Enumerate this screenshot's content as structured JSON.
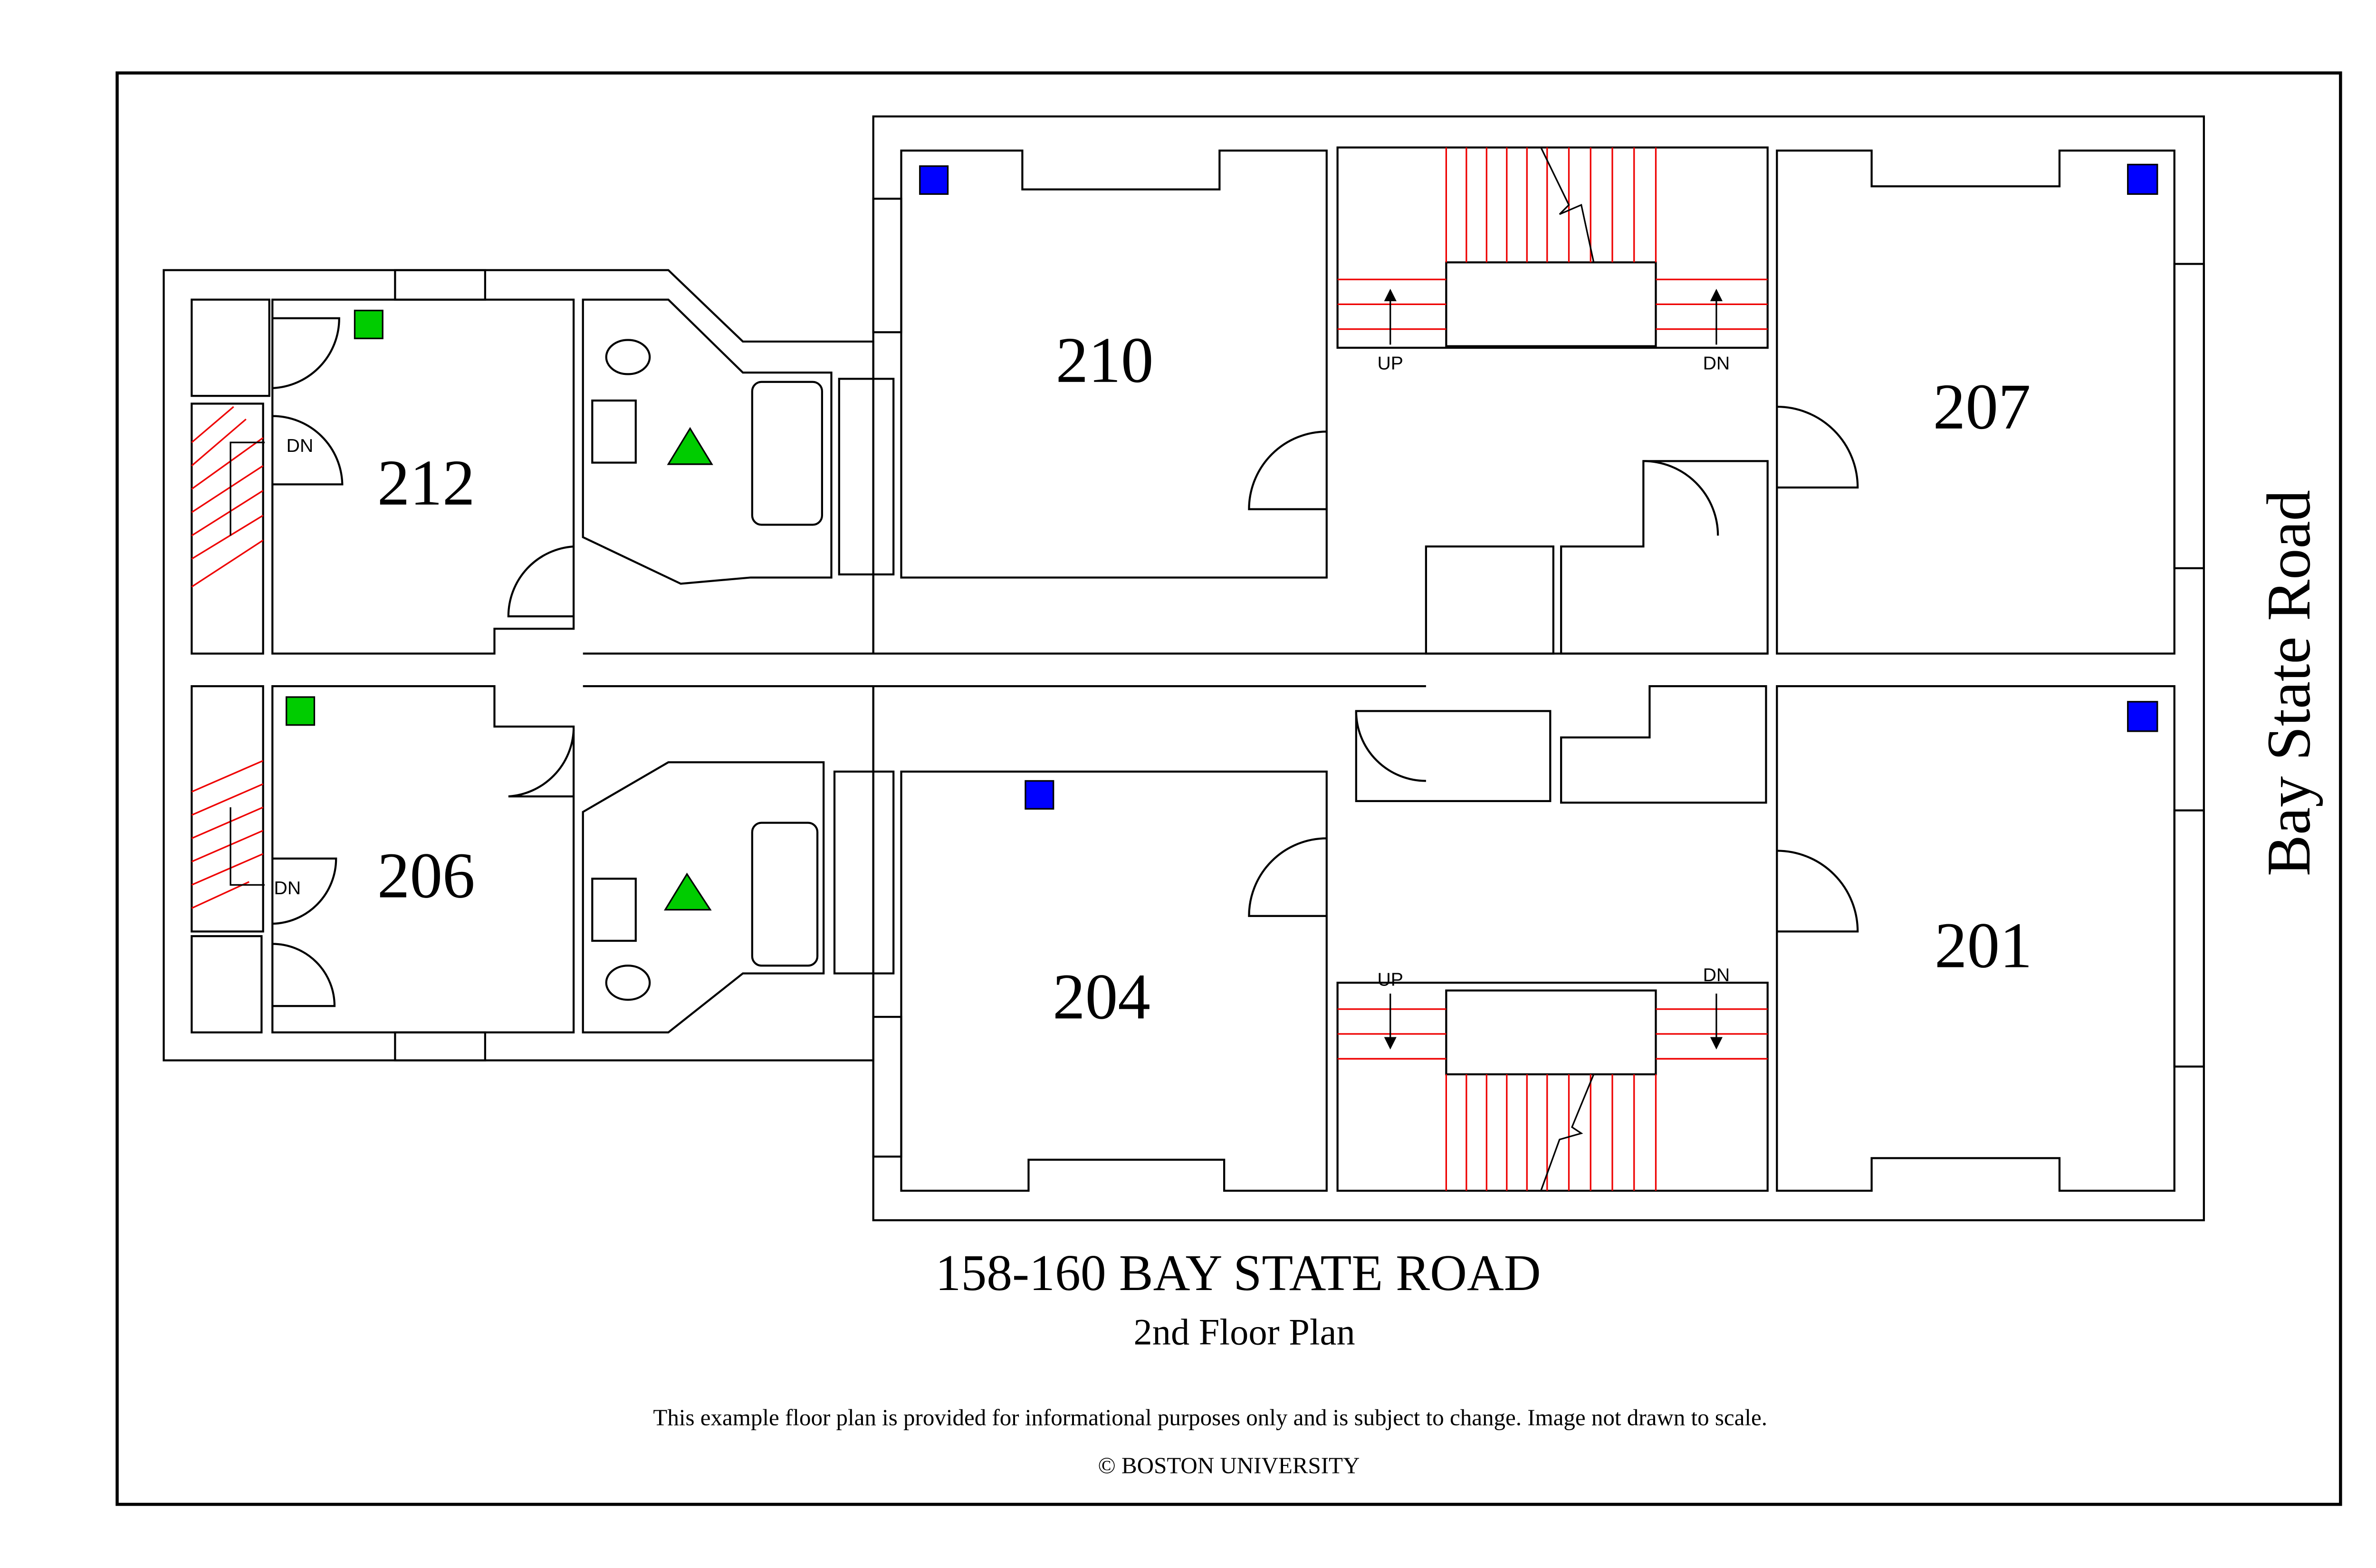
{
  "title": "158-160 BAY STATE ROAD",
  "subtitle": "2nd Floor Plan",
  "disclaimer": "This example floor plan is provided for informational purposes only and is subject to change. Image not drawn to scale.",
  "copyright": "© BOSTON UNIVERSITY",
  "street_label": "Bay State Road",
  "colors": {
    "single": "#b3ffff",
    "double": "#ffffb3",
    "utility": "#e8e8e8",
    "blue_marker": "#0000ff",
    "green_marker": "#00cc00",
    "stairs": "#ee0000"
  },
  "rooms": [
    {
      "number": "212"
    },
    {
      "number": "210"
    },
    {
      "number": "207"
    },
    {
      "number": "206"
    },
    {
      "number": "204"
    },
    {
      "number": "201"
    }
  ],
  "stair_labels": {
    "up": "UP",
    "dn": "DN"
  }
}
